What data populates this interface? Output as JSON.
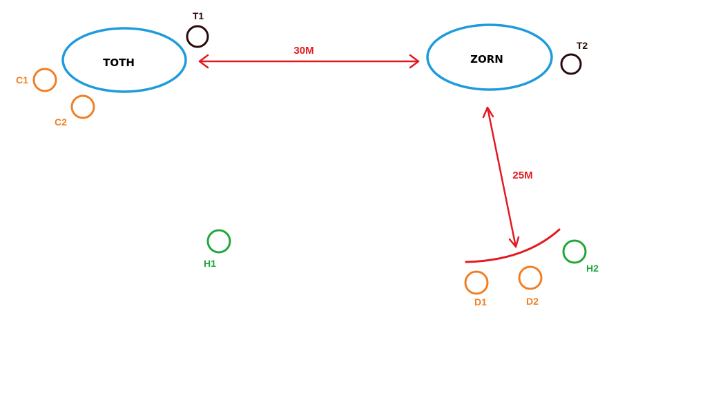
{
  "colors": {
    "boss": "#1e9bdc",
    "tank": "#2a0a0a",
    "dps": "#f07f24",
    "healer": "#21a63a",
    "arrow": "#e3191f"
  },
  "bosses": [
    {
      "id": "toth",
      "label": "TOTH"
    },
    {
      "id": "zorn",
      "label": "ZORN"
    }
  ],
  "markers": [
    {
      "id": "t1",
      "label": "T1",
      "role": "tank"
    },
    {
      "id": "t2",
      "label": "T2",
      "role": "tank"
    },
    {
      "id": "c1",
      "label": "C1",
      "role": "dps"
    },
    {
      "id": "c2",
      "label": "C2",
      "role": "dps"
    },
    {
      "id": "d1",
      "label": "D1",
      "role": "dps"
    },
    {
      "id": "d2",
      "label": "D2",
      "role": "dps"
    },
    {
      "id": "h1",
      "label": "H1",
      "role": "healer"
    },
    {
      "id": "h2",
      "label": "H2",
      "role": "healer"
    }
  ],
  "distances": [
    {
      "id": "toth-zorn",
      "label": "30M"
    },
    {
      "id": "zorn-line",
      "label": "25M"
    }
  ]
}
